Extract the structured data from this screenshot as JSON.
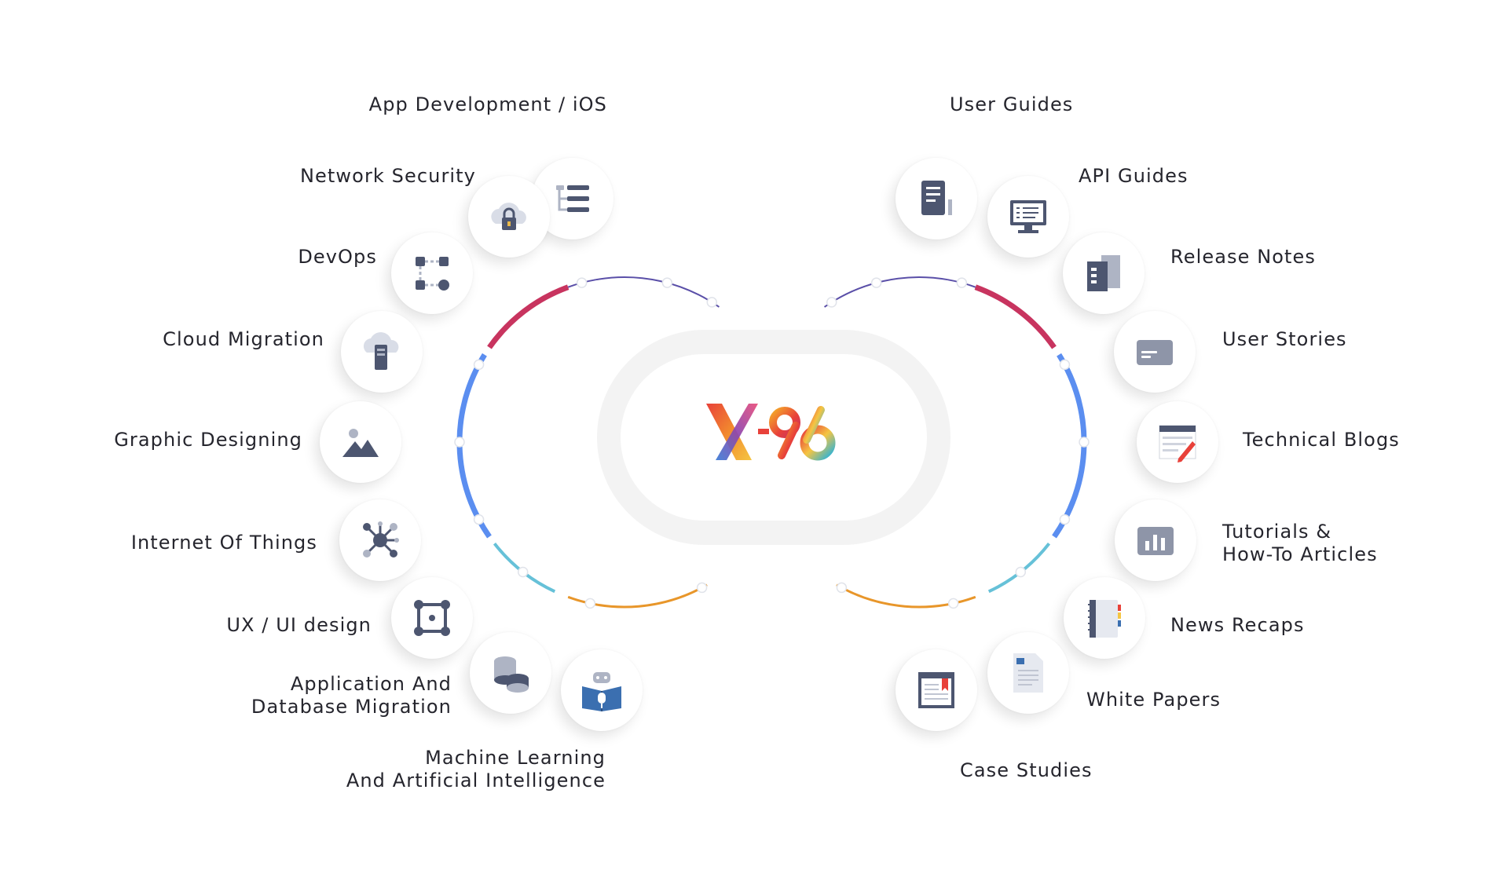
{
  "center": {
    "logo": "X-96"
  },
  "left_items": [
    {
      "label": "App Development / iOS",
      "icon": "list-structure-icon"
    },
    {
      "label": "Network Security",
      "icon": "cloud-lock-icon"
    },
    {
      "label": "DevOps",
      "icon": "workflow-icon"
    },
    {
      "label": "Cloud Migration",
      "icon": "cloud-server-icon"
    },
    {
      "label": "Graphic Designing",
      "icon": "image-icon"
    },
    {
      "label": "Internet Of Things",
      "icon": "network-hub-icon"
    },
    {
      "label": "UX / UI design",
      "icon": "frame-icon"
    },
    {
      "label": "Application And\nDatabase Migration",
      "icon": "database-icon"
    },
    {
      "label": "Machine Learning\nAnd Artificial Intelligence",
      "icon": "robot-book-icon"
    }
  ],
  "right_items": [
    {
      "label": "User Guides",
      "icon": "document-icon"
    },
    {
      "label": "API Guides",
      "icon": "monitor-checklist-icon"
    },
    {
      "label": "Release Notes",
      "icon": "stacked-documents-icon"
    },
    {
      "label": "User Stories",
      "icon": "card-icon"
    },
    {
      "label": "Technical Blogs",
      "icon": "edit-document-icon"
    },
    {
      "label": "Tutorials &\nHow-To Articles",
      "icon": "bar-chart-icon"
    },
    {
      "label": "News Recaps",
      "icon": "notebook-icon"
    },
    {
      "label": "White Papers",
      "icon": "paper-icon"
    },
    {
      "label": "Case Studies",
      "icon": "bookmark-window-icon"
    }
  ],
  "colors": {
    "icon": "#4d5670",
    "arc_purple": "#5a4fa8",
    "arc_red": "#c8345f",
    "arc_blue": "#5b8ef0",
    "arc_teal": "#66c1d8",
    "arc_orange": "#e8962a"
  }
}
